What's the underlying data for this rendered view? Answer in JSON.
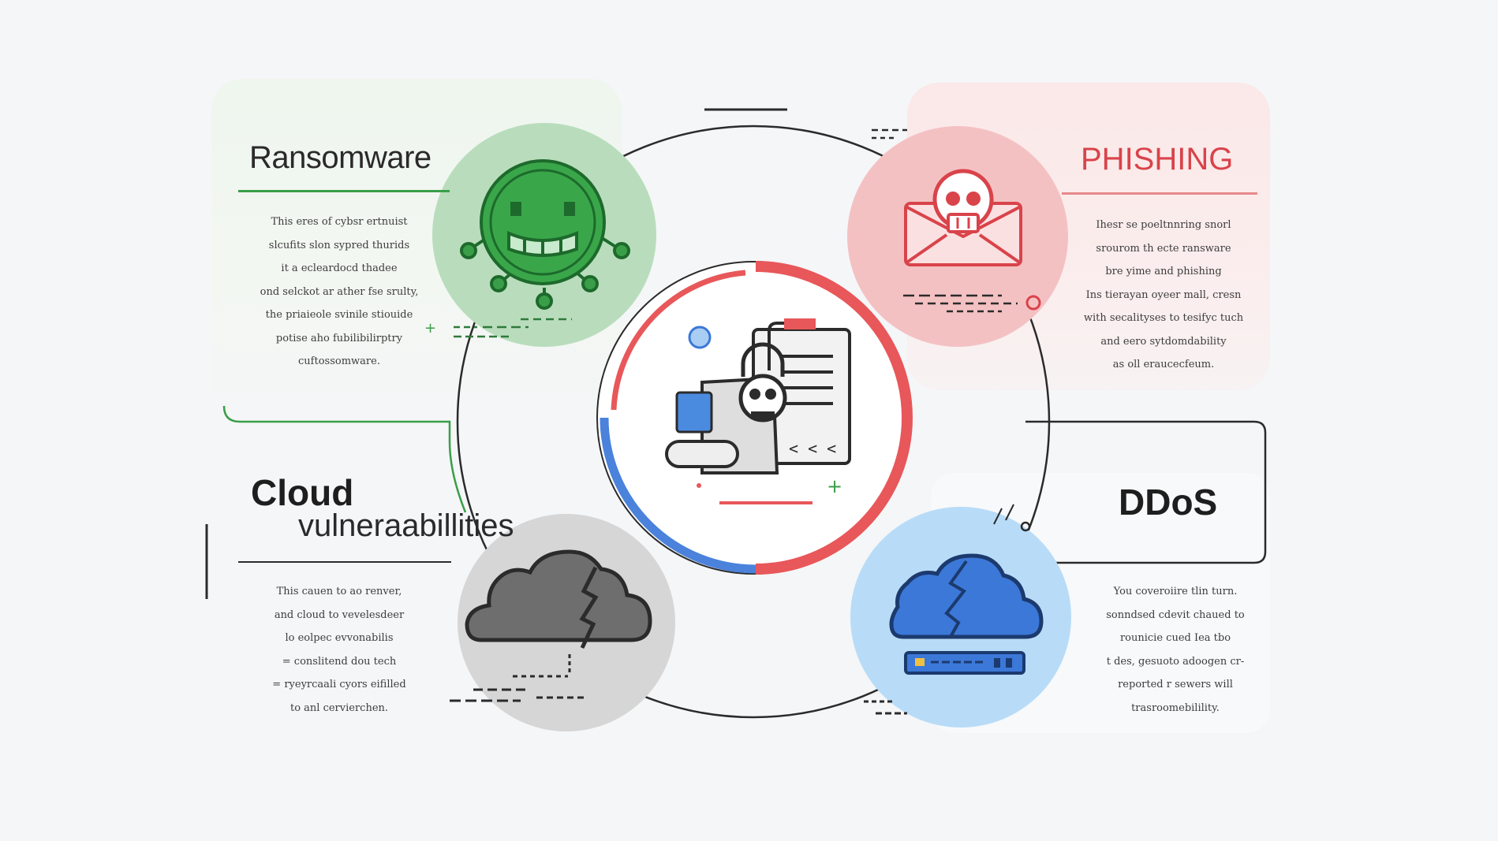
{
  "diagram": {
    "topics": {
      "ransomware": {
        "title": "Ransomware",
        "accent": "#3a9e48",
        "icon": "virus-face-icon",
        "lines": [
          "This eres of cybsr ertnuist",
          "slcufits slon sypred thurids",
          "it a ecleardocd thadee",
          "ond selckot ar ather fse srulty,",
          "the priaieole svinile stiouide",
          "potise aho fubilibilirptry",
          "cuftossomware."
        ]
      },
      "phishing": {
        "title": "PHISHING",
        "accent": "#d9434a",
        "icon": "skull-envelope-icon",
        "lines": [
          "Ihesr se poeltnnring snorl",
          "srourom th ecte ransware",
          "bre yime and phishing",
          "Ins tierayan oyeer mall, cresn",
          "with secalityses to tesifyc tuch",
          "and eero sytdomdability",
          "as oll eraucecfeum."
        ]
      },
      "cloud": {
        "title_bold": "Cloud",
        "title_light": "vulneraabillities",
        "accent": "#6b6b6b",
        "icon": "broken-cloud-icon",
        "lines": [
          "This cauen to ao renver,",
          "and cloud to vevelesdeer",
          "lo eolpec evvonabilis",
          "= conslitend dou tech",
          "= ryeyrcaali cyors eifilled",
          "to anl cervierchen."
        ]
      },
      "ddos": {
        "title": "DDoS",
        "accent": "#3b78d8",
        "icon": "cloud-server-icon",
        "lines": [
          "You coveroiire tlin turn.",
          "sonndsed cdevit chaued to",
          "rounicie cued Iea tbo",
          "t des, gesuoto adoogen cr-",
          "reported r sewers will",
          "trasroomebilility."
        ]
      }
    },
    "center": {
      "icon": "locked-document-skull-icon"
    }
  }
}
